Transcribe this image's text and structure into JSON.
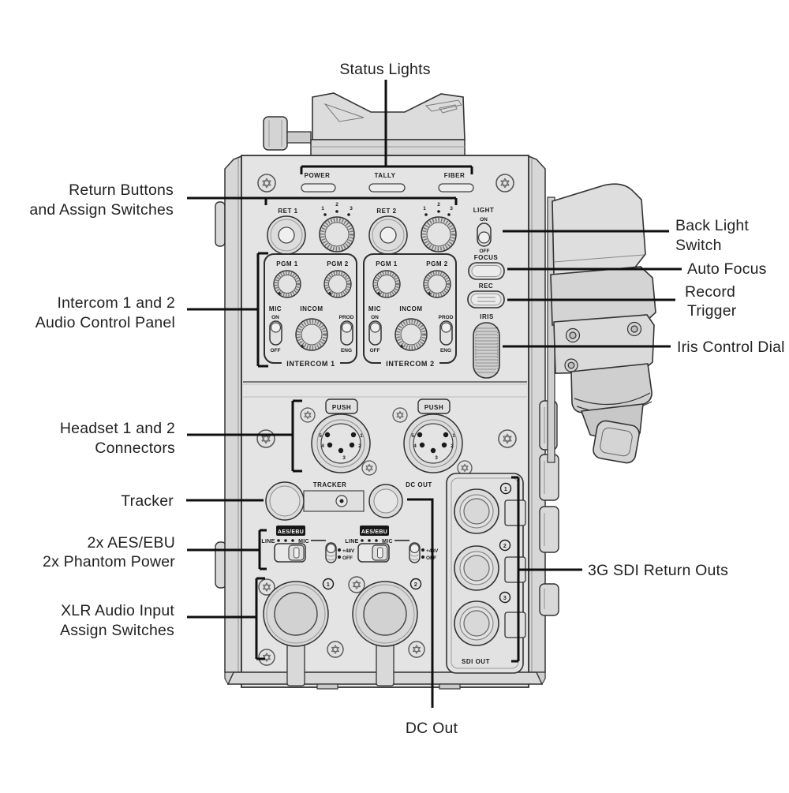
{
  "callouts": {
    "status_lights": "Status Lights",
    "return_buttons_1": "Return Buttons",
    "return_buttons_2": "and Assign Switches",
    "intercom_1": "Intercom 1 and 2",
    "intercom_2": "Audio Control Panel",
    "headset_1": "Headset 1 and 2",
    "headset_2": "Connectors",
    "tracker": "Tracker",
    "aes_1": "2x AES/EBU",
    "aes_2": "2x Phantom Power",
    "xlr_1": "XLR Audio Input",
    "xlr_2": "Assign Switches",
    "back_light_1": "Back Light",
    "back_light_2": "Switch",
    "auto_focus": "Auto Focus",
    "record_trigger_1": "Record",
    "record_trigger_2": "Trigger",
    "iris_control": "Iris Control Dial",
    "sdi_return": "3G SDI Return Outs",
    "dc_out": "DC Out"
  },
  "panel": {
    "status": {
      "power": "POWER",
      "tally": "TALLY",
      "fiber": "FIBER"
    },
    "ret1": "RET 1",
    "ret2": "RET 2",
    "assign_positions": [
      "1",
      "2",
      "3"
    ],
    "light": {
      "label": "LIGHT",
      "on": "ON",
      "off": "OFF"
    },
    "focus": "FOCUS",
    "rec": "REC",
    "iris": "IRIS",
    "intercoms": [
      {
        "pgm1": "PGM 1",
        "pgm2": "PGM 2",
        "mic": "MIC",
        "on": "ON",
        "off": "OFF",
        "incom": "INCOM",
        "prod": "PROD",
        "eng": "ENG",
        "title": "INTERCOM 1"
      },
      {
        "pgm1": "PGM 1",
        "pgm2": "PGM 2",
        "mic": "MIC",
        "on": "ON",
        "off": "OFF",
        "incom": "INCOM",
        "prod": "PROD",
        "eng": "ENG",
        "title": "INTERCOM 2"
      }
    ],
    "headset": {
      "push": "PUSH",
      "pins": [
        "1",
        "2",
        "3",
        "4",
        "5"
      ]
    },
    "tracker": "TRACKER",
    "dc_out": "DC OUT",
    "audio_switch": {
      "badge": "AES/EBU",
      "line": "LINE",
      "mic": "MIC",
      "phantom": "+48V",
      "off": "OFF"
    },
    "xlr_inputs": [
      "1",
      "2"
    ],
    "sdi": {
      "ports": [
        "1",
        "2",
        "3"
      ],
      "label": "SDI OUT"
    }
  },
  "colors": {
    "outline": "#333333",
    "panel": "#e4e4e4",
    "callout_line": "#0f0f0f",
    "badge_bg": "#161616"
  }
}
